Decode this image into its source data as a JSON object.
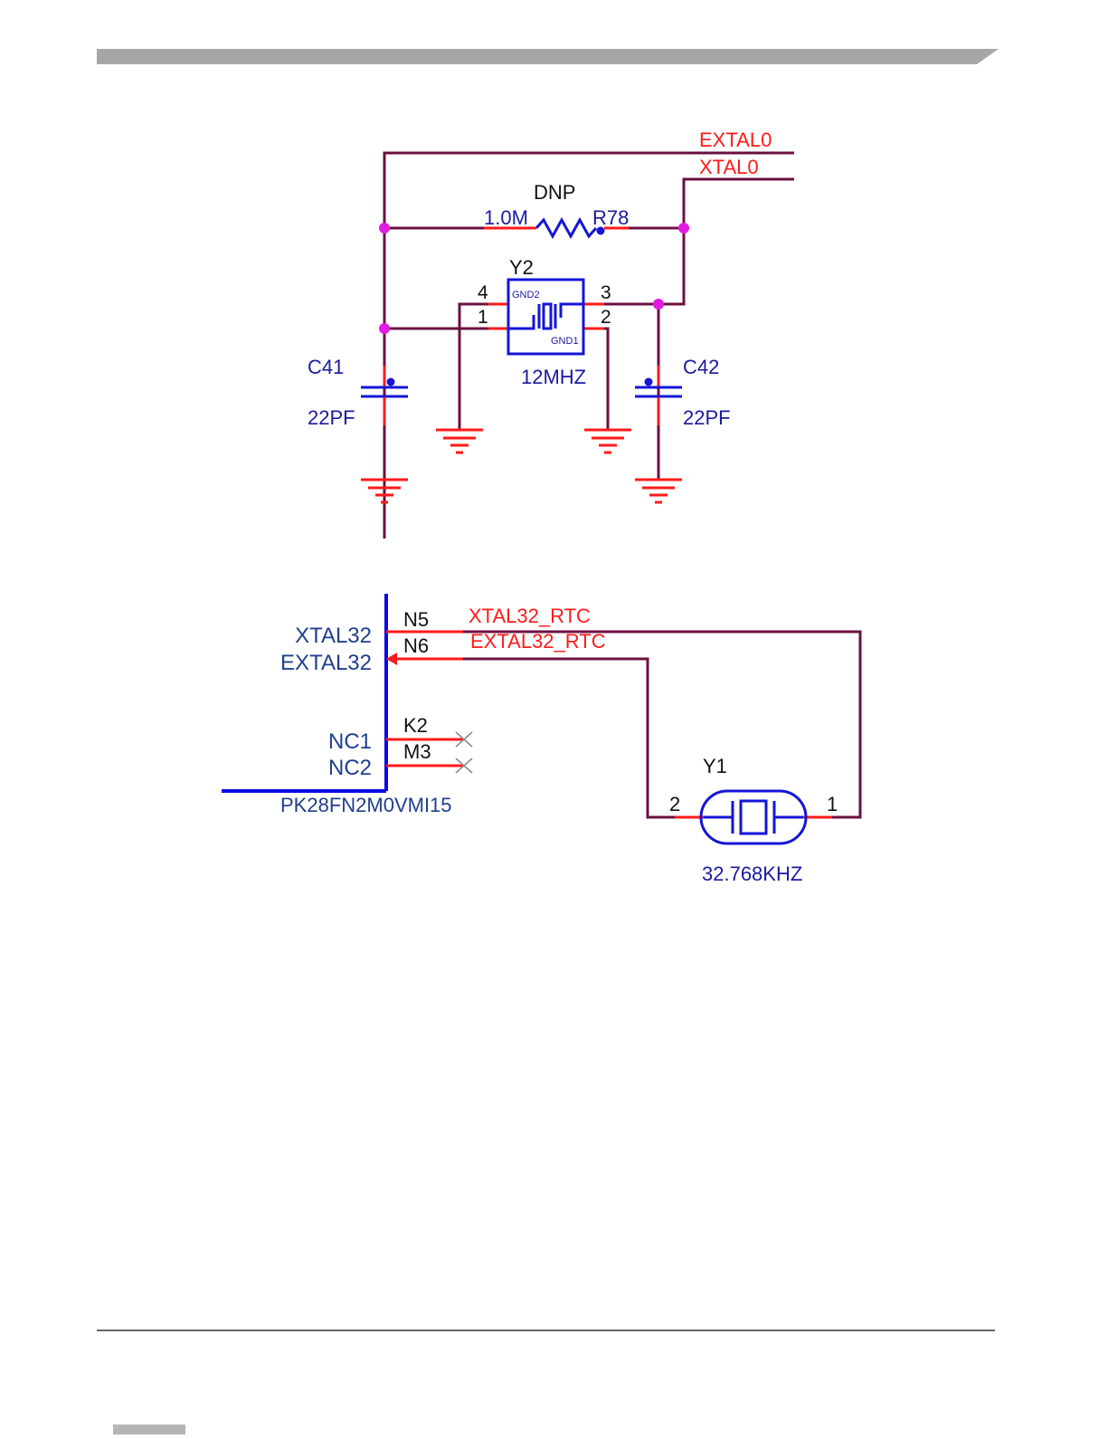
{
  "colors": {
    "wire": "#6b1040",
    "pin": "#ff1a1a",
    "component": "#1515d8",
    "junction": "#e21ae2",
    "header_bar": "#a6a6a6"
  },
  "crystal_12mhz": {
    "net_labels": [
      "EXTAL0",
      "XTAL0"
    ],
    "resistor": {
      "designator": "R78",
      "value": "1.0M",
      "note": "DNP"
    },
    "crystal": {
      "designator": "Y2",
      "value": "12MHZ",
      "pins": [
        "4",
        "1",
        "3",
        "2"
      ],
      "pad_labels": [
        "GND2",
        "GND1"
      ]
    },
    "cap_left": {
      "designator": "C41",
      "value": "22PF"
    },
    "cap_right": {
      "designator": "C42",
      "value": "22PF"
    }
  },
  "rtc_32k": {
    "mcu": {
      "part": "PK28FN2M0VMI15",
      "pin_names": [
        "XTAL32",
        "EXTAL32",
        "NC1",
        "NC2"
      ],
      "pin_numbers": [
        "N5",
        "N6",
        "K2",
        "M3"
      ]
    },
    "net_labels": [
      "XTAL32_RTC",
      "EXTAL32_RTC"
    ],
    "crystal": {
      "designator": "Y1",
      "value": "32.768KHZ",
      "pins": [
        "2",
        "1"
      ]
    }
  }
}
